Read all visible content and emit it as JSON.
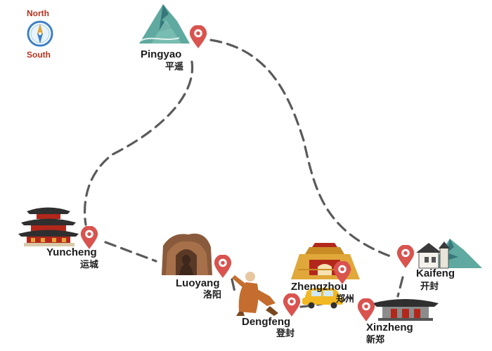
{
  "compass": {
    "north_label": "North",
    "south_label": "South"
  },
  "cities": [
    {
      "id": "pingyao",
      "name_en": "Pingyao",
      "name_zh": "平遥"
    },
    {
      "id": "yuncheng",
      "name_en": "Yuncheng",
      "name_zh": "运城"
    },
    {
      "id": "luoyang",
      "name_en": "Luoyang",
      "name_zh": "洛阳"
    },
    {
      "id": "dengfeng",
      "name_en": "Dengfeng",
      "name_zh": "登封"
    },
    {
      "id": "zhengzhou",
      "name_en": "Zhengzhou",
      "name_zh": "郑州"
    },
    {
      "id": "kaifeng",
      "name_en": "Kaifeng",
      "name_zh": "开封"
    },
    {
      "id": "xinzheng",
      "name_en": "Xinzheng",
      "name_zh": "新郑"
    }
  ],
  "route_order": [
    "pingyao",
    "yuncheng",
    "luoyang",
    "dengfeng",
    "zhengzhou",
    "xinzheng",
    "kaifeng",
    "pingyao"
  ],
  "colors": {
    "pin": "#d9534f",
    "route": "#5a5a5a",
    "compass_text": "#b5321c",
    "compass_ring": "#3f7fc4",
    "mountain": "#5fa9a0",
    "roof": "#2f2f2f",
    "wall_red": "#b3271b",
    "gold": "#e0a83a",
    "robe": "#c46d2e",
    "taxi": "#f2b823"
  },
  "icons": {
    "compass": "compass-icon",
    "pin": "map-pin-icon",
    "pingyao": "mountain-icon",
    "yuncheng": "pagoda-icon",
    "luoyang": "grotto-buddha-icon",
    "dengfeng": "kungfu-monk-icon",
    "zhengzhou": "palace-gate-icon",
    "zhengzhou_vehicle": "taxi-icon",
    "kaifeng": "village-mountain-icon",
    "xinzheng": "ancestral-hall-icon"
  }
}
